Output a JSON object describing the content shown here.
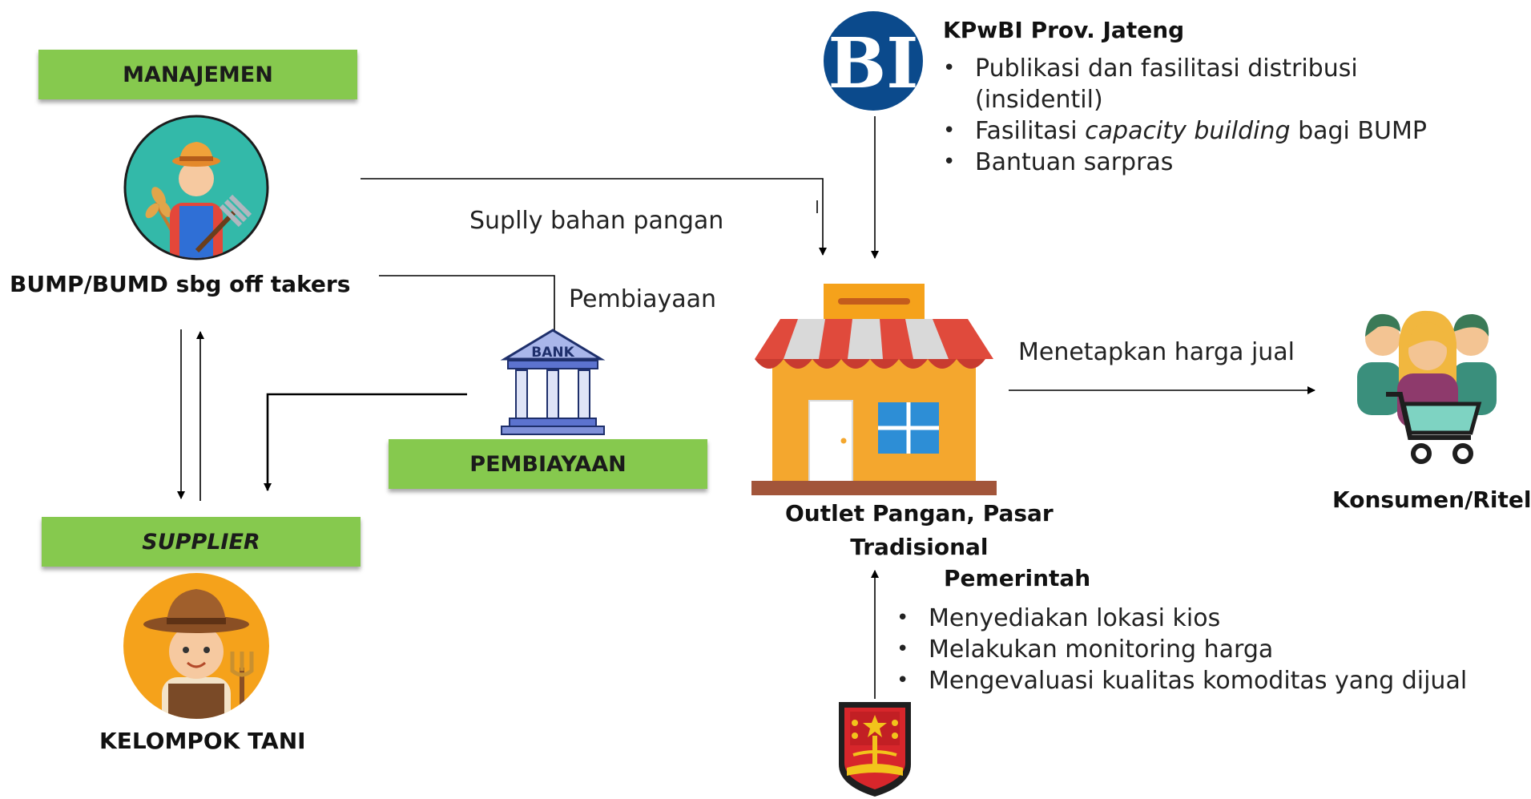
{
  "left": {
    "manajemen_label": "MANAJEMEN",
    "bump_label": "BUMP/BUMD sbg off takers",
    "supplier_label": "SUPPLIER",
    "kelompok_label": "KELOMPOK TANI"
  },
  "middle": {
    "supply_label": "Suplly bahan pangan",
    "pembiayaan_thin": "Pembiayaan",
    "bank_sign": "BANK",
    "pembiayaan_box": "PEMBIAYAAN"
  },
  "bi": {
    "logo_text": "BI",
    "title": "KPwBI Prov. Jateng",
    "items": [
      {
        "pre": "Publikasi dan fasilitasi distribusi",
        "line2": "(insidentil)"
      },
      {
        "pre": "Fasilitasi ",
        "em": "capacity building",
        "post": " bagi BUMP"
      },
      {
        "pre": "Bantuan sarpras"
      }
    ]
  },
  "outlet": {
    "label_line1": "Outlet Pangan, Pasar",
    "label_line2": "Tradisional",
    "price_label": "Menetapkan harga jual"
  },
  "consumer": {
    "label": "Konsumen/Ritel"
  },
  "pemerintah": {
    "title": "Pemerintah",
    "items": [
      "Menyediakan lokasi kios",
      "Melakukan monitoring harga",
      "Mengevaluasi kualitas komoditas yang dijual"
    ]
  },
  "colors": {
    "green_box": "#86c94e",
    "teal_circle": "#33b9a9",
    "orange_circle": "#f5a21b",
    "bi_blue": "#0b4a8c"
  },
  "icons": [
    "farmer-manager-icon",
    "bank-icon",
    "bi-logo-icon",
    "market-stall-icon",
    "consumers-cart-icon",
    "farmer-icon",
    "jateng-emblem-icon"
  ]
}
